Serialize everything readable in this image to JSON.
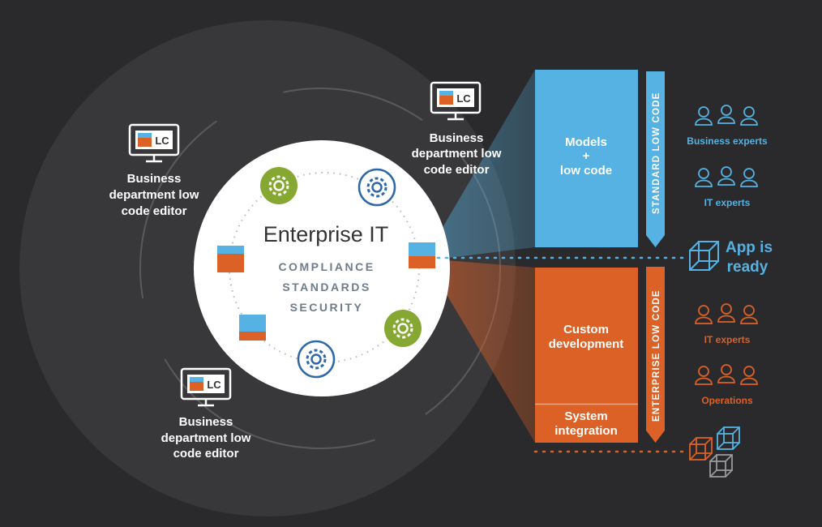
{
  "center": {
    "title": "Enterprise IT",
    "pillars": [
      "COMPLIANCE",
      "STANDARDS",
      "SECURITY"
    ]
  },
  "editors": [
    {
      "icon_text": "LC",
      "label": [
        "Business",
        "department low",
        "code editor"
      ]
    },
    {
      "icon_text": "LC",
      "label": [
        "Business",
        "department low",
        "code editor"
      ]
    },
    {
      "icon_text": "LC",
      "label": [
        "Business",
        "department low",
        "code editor"
      ]
    }
  ],
  "blocks": {
    "models": [
      "Models",
      "+",
      "low code"
    ],
    "custom": [
      "Custom",
      "development"
    ],
    "integration": [
      "System",
      "integration"
    ]
  },
  "side_labels": {
    "standard": "STANDARD LOW CODE",
    "enterprise": "ENTERPRISE LOW CODE"
  },
  "people": {
    "business_experts": "Business experts",
    "it_experts_blue": "IT experts",
    "it_experts_orange": "IT experts",
    "operations": "Operations"
  },
  "app_ready": [
    "App is",
    "ready"
  ],
  "colors": {
    "background": "#2a2a2c",
    "blue": "#56b2e2",
    "orange": "#dc6127",
    "green": "#86a832",
    "gear_blue": "#2f68a8",
    "gray_cube": "#9a9a9a"
  }
}
